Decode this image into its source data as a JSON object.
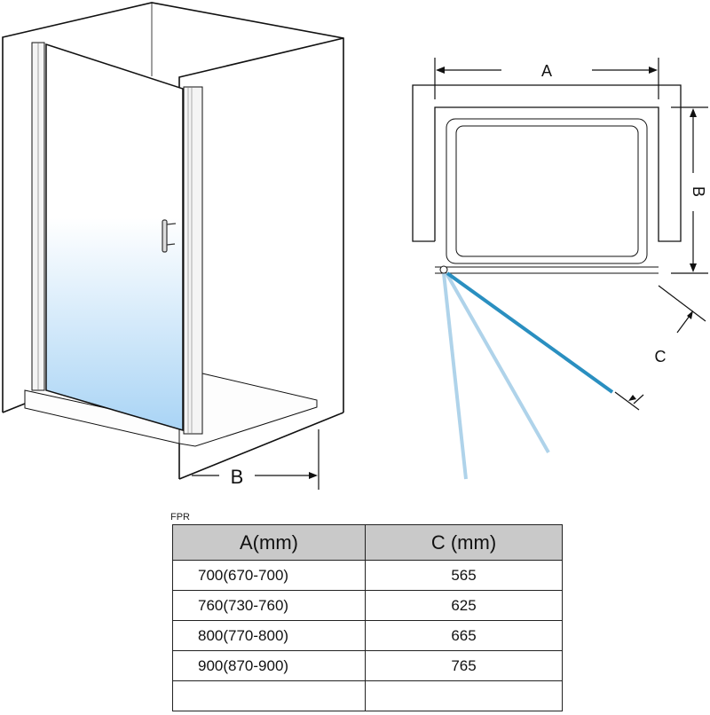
{
  "perspective_view": {
    "dimension_label_b": "B",
    "glass_gradient": [
      "#ffffff",
      "#a9d4f5"
    ]
  },
  "plan_view": {
    "dimension_label_a": "A",
    "dimension_label_b": "B",
    "dimension_label_c": "C",
    "door_color": "#2a8fc0",
    "ghost_door_color": "#a7cfe8"
  },
  "table": {
    "caption": "FPR",
    "headers": [
      "A(mm)",
      "C (mm)"
    ],
    "header_bg": "#c9c9c9",
    "rows": [
      {
        "a": "700(670-700)",
        "c": "565"
      },
      {
        "a": "760(730-760)",
        "c": "625"
      },
      {
        "a": "800(770-800)",
        "c": "665"
      },
      {
        "a": "900(870-900)",
        "c": "765"
      },
      {
        "a": "",
        "c": ""
      }
    ]
  }
}
